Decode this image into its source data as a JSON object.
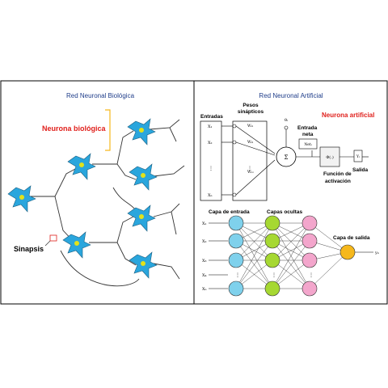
{
  "left_panel": {
    "title": "Red Neuronal Biológica",
    "neuron_label": "Neurona biológica",
    "synapse_label": "Sinapsis"
  },
  "right_panel": {
    "title": "Red Neuronal Artificial",
    "artificial_neuron_label": "Neurona artificial",
    "inputs_label": "Entradas",
    "weights_label": [
      "Pesos",
      "sinápticos"
    ],
    "net_input_label": [
      "Entrada",
      "neta"
    ],
    "activation_label": [
      "Función de",
      "activación"
    ],
    "output_label": "Salida",
    "input_symbols": [
      "X₁",
      "X₂",
      "Xₙ"
    ],
    "weight_symbols": [
      "W₁ᵢ",
      "W₂ᵢ",
      "Wₙᵢ"
    ],
    "theta_symbol": "θᵢ",
    "sum_symbol": "Σ",
    "net_symbol": "Netᵢ",
    "phi_symbol": "Φ(.)",
    "output_symbol": "Yᵢ",
    "input_layer_label": "Capa de entrada",
    "hidden_layers_label": "Capas ocultas",
    "output_layer_label": "Capa de salida",
    "network_inputs": [
      "X₁",
      "X₂",
      "X₃",
      "X₄",
      "Xₙ"
    ],
    "network_output": "yₖ",
    "colors": {
      "input_layer": "#7fd1ec",
      "hidden_layer_1": "#a6d832",
      "hidden_layer_2": "#f3a6cc",
      "output_layer": "#f6b81c",
      "neuron_body": "#2aa6dd",
      "nucleus": "#e2e21a"
    }
  }
}
